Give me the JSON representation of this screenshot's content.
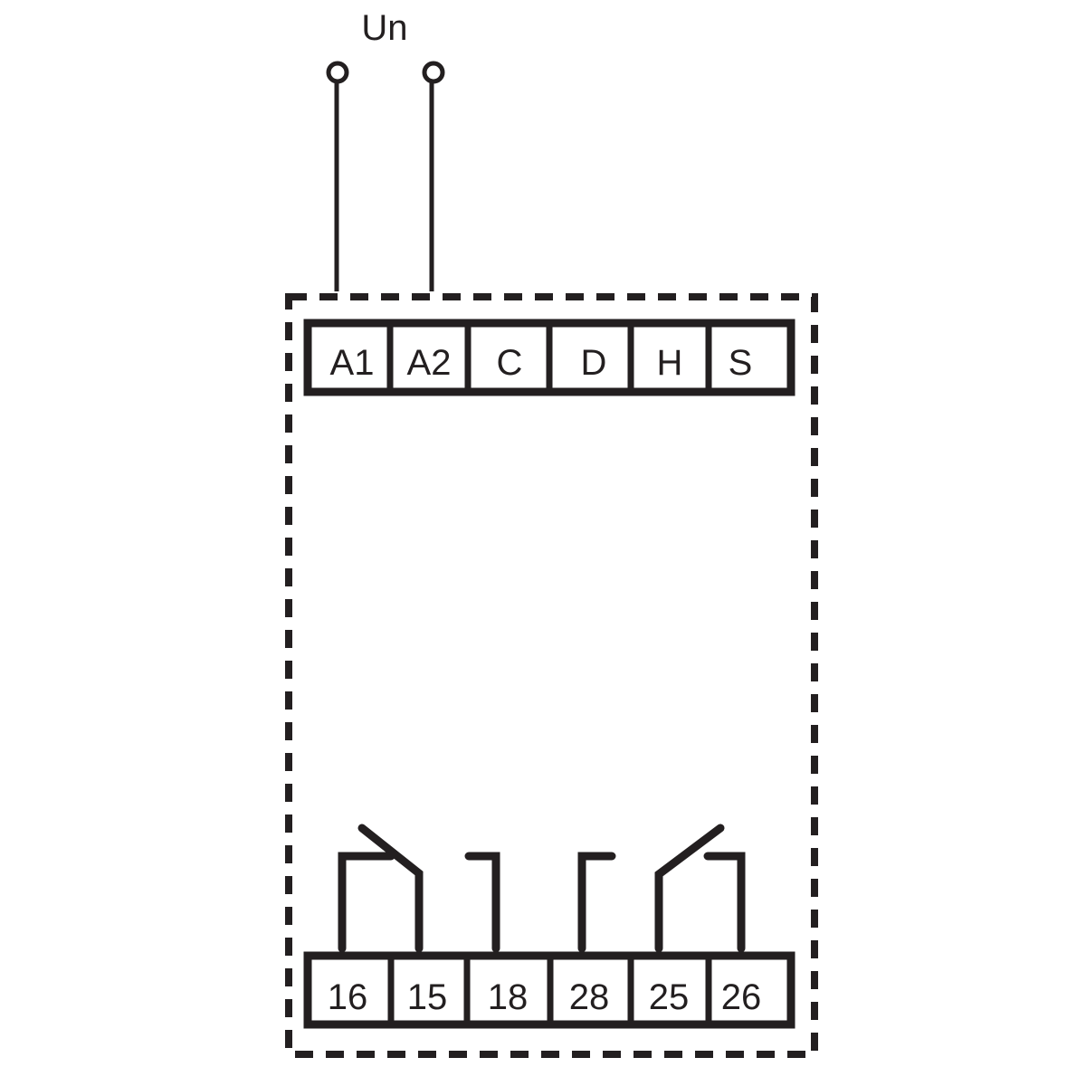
{
  "supply_label": "Un",
  "top_terminals": [
    "A1",
    "A2",
    "C",
    "D",
    "H",
    "S"
  ],
  "bottom_terminals": [
    "16",
    "15",
    "18",
    "28",
    "25",
    "26"
  ],
  "colors": {
    "ink": "#231f20",
    "background": "#ffffff"
  }
}
